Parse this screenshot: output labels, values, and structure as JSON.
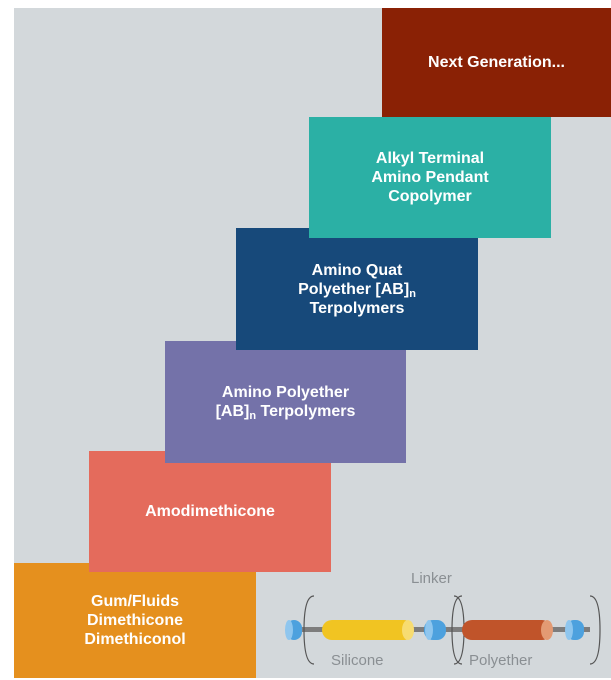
{
  "colors": {
    "background_panel": "#d3d8db",
    "step_gum_fluids": "#e5901e",
    "step_amodimethicone": "#e46b5c",
    "step_amino_polyether": "#7472a9",
    "step_amino_quat": "#17497a",
    "step_alkyl_terminal": "#2bb0a5",
    "step_next_generation": "#8a2105",
    "silicone_segment": "#f1c422",
    "polyether_segment": "#c0542a",
    "end_cap": "#4da1de",
    "linker_rod": "#7d7d7d"
  },
  "steps": [
    {
      "lines": [
        "Gum/Fluids",
        "Dimethicone",
        "Dimethiconol"
      ]
    },
    {
      "lines": [
        "Amodimethicone"
      ]
    },
    {
      "lines": [
        "Amino Polyether",
        "[AB]"
      ],
      "line2_sub": "n",
      "line2_suffix": " Terpolymers"
    },
    {
      "lines": [
        "Amino Quat",
        "Polyether [AB]",
        "Terpolymers"
      ],
      "line2_sub": "n"
    },
    {
      "lines": [
        "Alkyl Terminal",
        "Amino Pendant",
        "Copolymer"
      ]
    },
    {
      "lines": [
        "Next Generation..."
      ]
    }
  ],
  "molecule_diagram": {
    "linker_label": "Linker",
    "silicone_label": "Silicone",
    "polyether_label": "Polyether",
    "icons": [
      "end-cap-icon",
      "silicone-cylinder-icon",
      "polyether-cylinder-icon",
      "bracket-icon"
    ]
  }
}
